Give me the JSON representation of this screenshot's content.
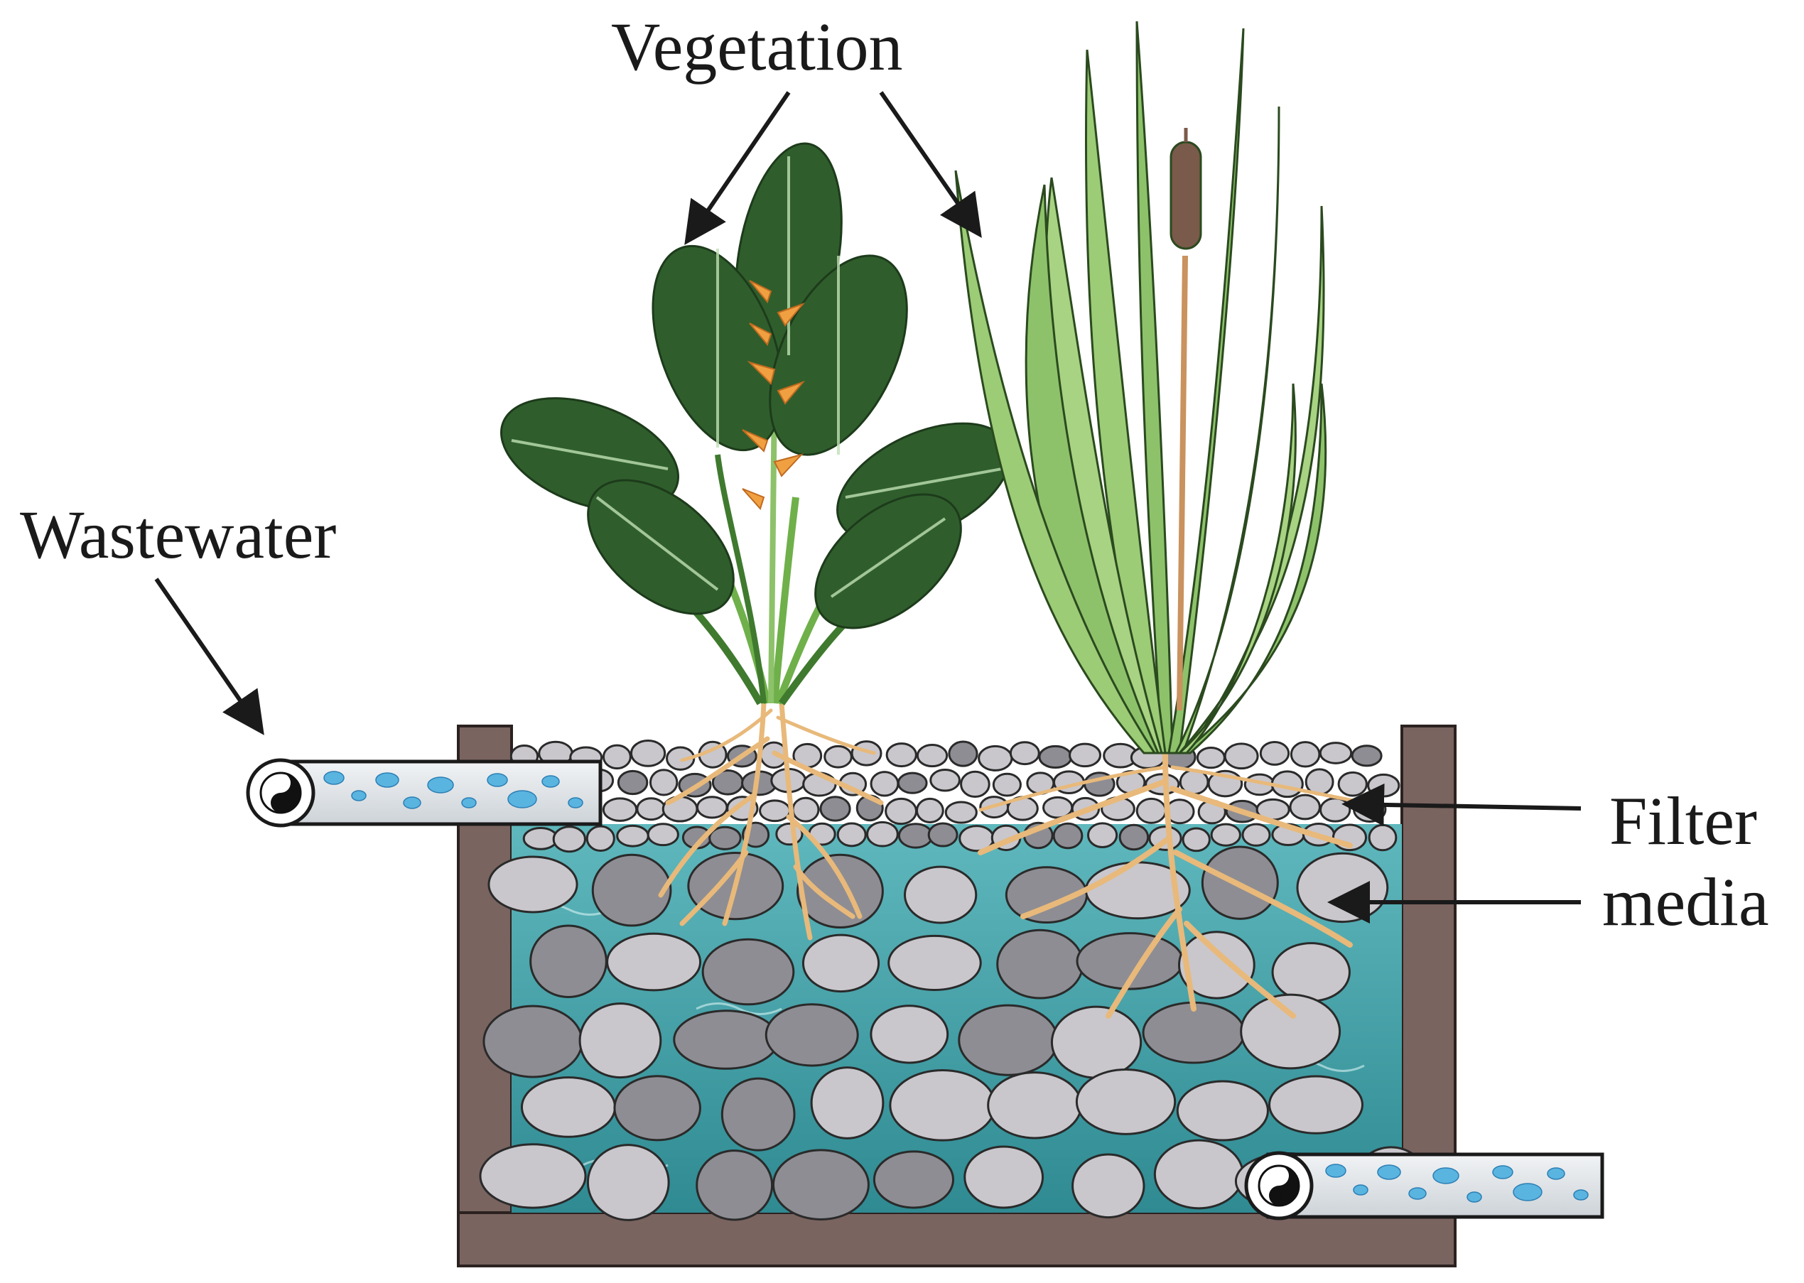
{
  "labels": {
    "vegetation": "Vegetation",
    "wastewater": "Wastewater",
    "filter_line1": "Filter",
    "filter_line2": "media"
  },
  "colors": {
    "tank_wall": "#7a6460",
    "water": "#3f9fa6",
    "stone_light": "#c9c7cc",
    "stone_dark": "#8e8d93",
    "leaf_dark": "#2f5e2c",
    "leaf_light": "#8dc26a",
    "flower": "#f0a040",
    "root": "#e8b97a",
    "cattail": "#7a5a4a",
    "pipe": "#dfe3e6",
    "droplet": "#5ab4e0"
  },
  "icons": {
    "inlet": "yin-yang-icon",
    "outlet": "yin-yang-icon"
  }
}
